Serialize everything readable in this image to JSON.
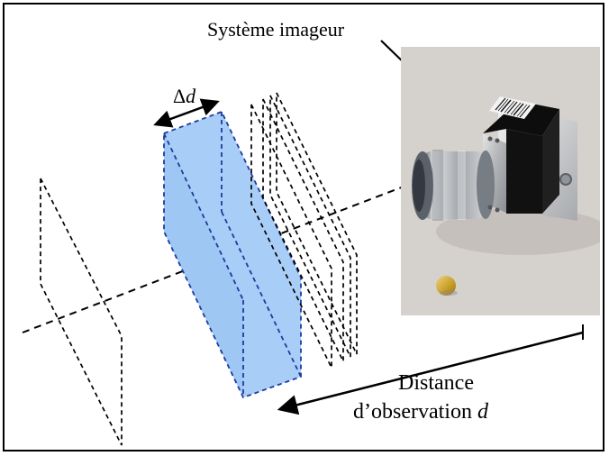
{
  "labels": {
    "system": "Système imageur",
    "delta_symbol": "Δ",
    "delta_variable": "d",
    "distance_line1": "Distance",
    "distance_line2_prefix": "d’observation ",
    "distance_line2_variable": "d"
  },
  "colors": {
    "outline": "#000000",
    "slab_fill": "#a8cdf7",
    "slab_edge": "#1d3b9f",
    "photo_background": "#d5d1cc",
    "camera_body": "#151515",
    "metal": "#b7b9bd",
    "coin": "#d2b03b"
  }
}
